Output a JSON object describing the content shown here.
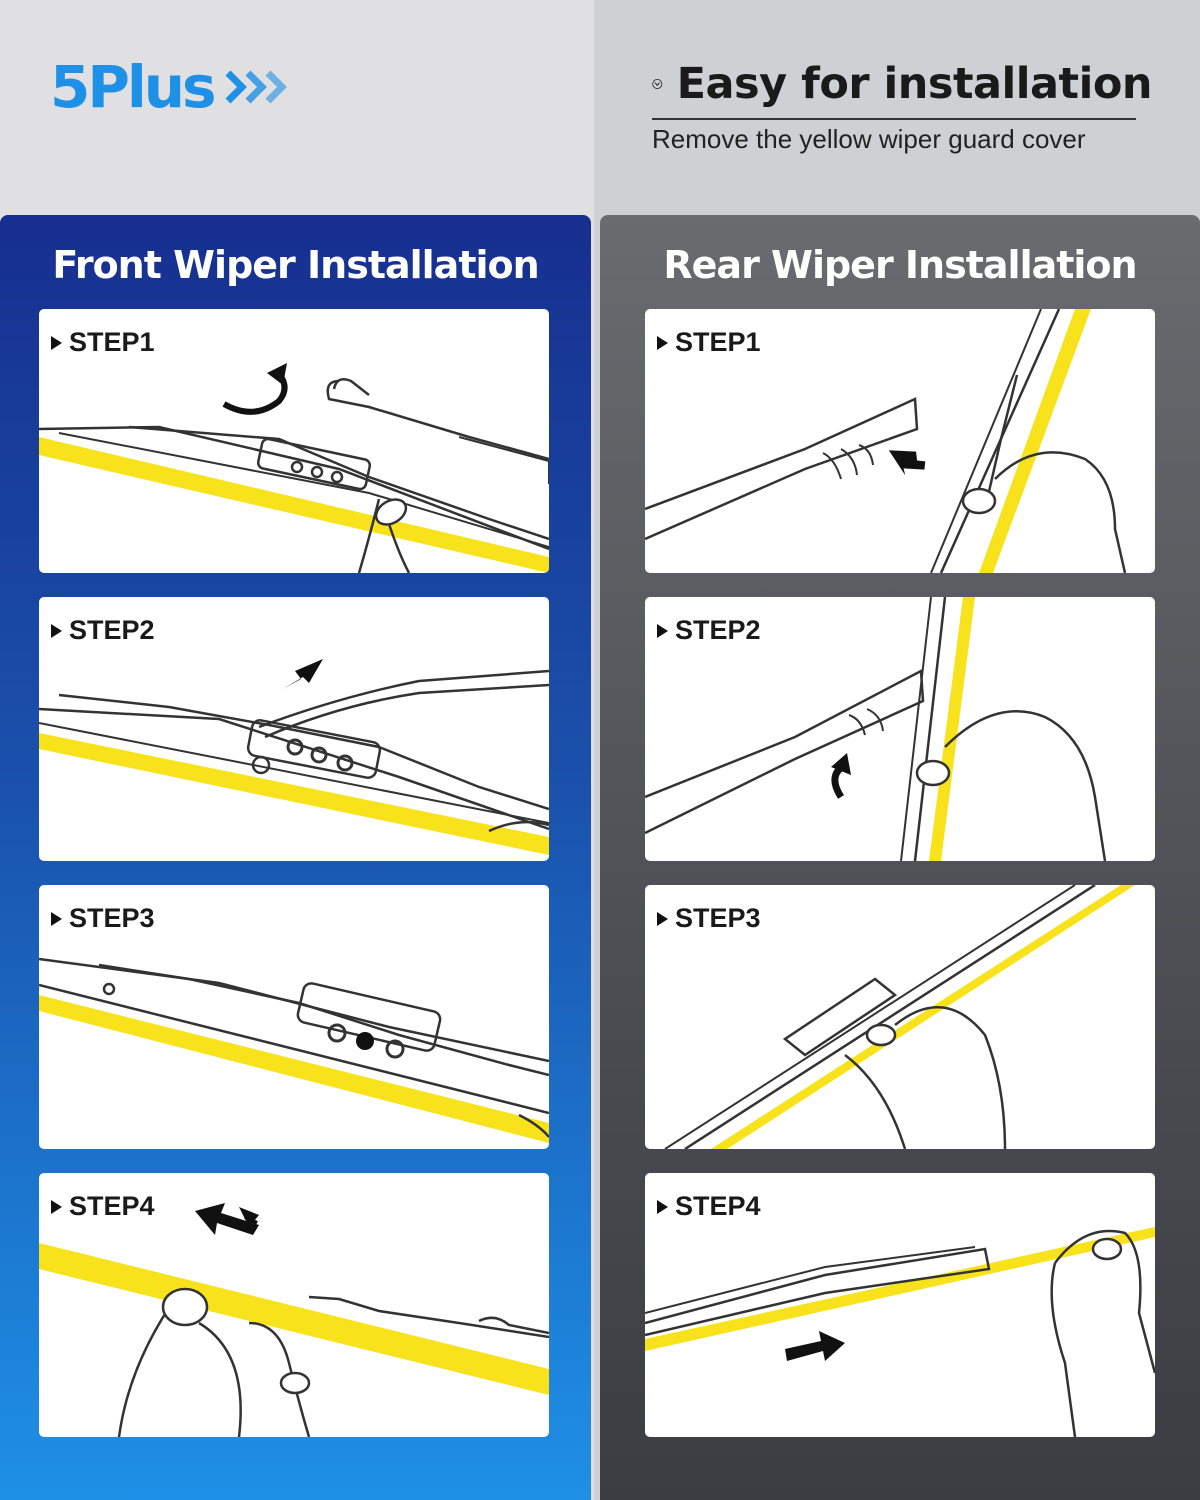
{
  "brand": {
    "name": "5Plus",
    "color": "#1e90e6"
  },
  "install": {
    "title": "Easy for installation",
    "subtitle": "Remove the yellow wiper guard cover",
    "icon": "check-circle-icon"
  },
  "front": {
    "title": "Front Wiper Installation",
    "steps": [
      {
        "label": "STEP1"
      },
      {
        "label": "STEP2"
      },
      {
        "label": "STEP3"
      },
      {
        "label": "STEP4"
      }
    ]
  },
  "rear": {
    "title": "Rear Wiper Installation",
    "steps": [
      {
        "label": "STEP1"
      },
      {
        "label": "STEP2"
      },
      {
        "label": "STEP3"
      },
      {
        "label": "STEP4"
      }
    ]
  },
  "colors": {
    "guard_yellow": "#f7e21b",
    "front_panel": "#1a52ad",
    "rear_panel": "#4c4d52"
  }
}
